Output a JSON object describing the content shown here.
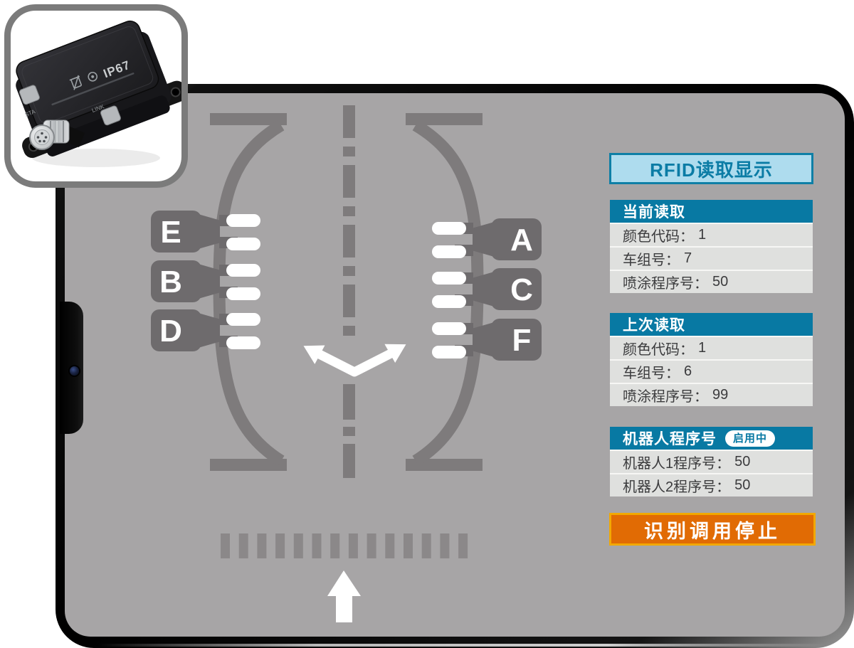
{
  "rfid": {
    "title": "RFID读取显示",
    "panels": [
      {
        "header": "当前读取",
        "rows": [
          {
            "label": "颜色代码：",
            "value": "1"
          },
          {
            "label": "车组号：",
            "value": "7"
          },
          {
            "label": "喷涂程序号：",
            "value": "50"
          }
        ]
      },
      {
        "header": "上次读取",
        "rows": [
          {
            "label": "颜色代码：",
            "value": "1"
          },
          {
            "label": "车组号：",
            "value": "6"
          },
          {
            "label": "喷涂程序号：",
            "value": "99"
          }
        ]
      },
      {
        "header": "机器人程序号",
        "badge": "启用中",
        "rows": [
          {
            "label": "机器人1程序号：",
            "value": "50"
          },
          {
            "label": "机器人2程序号：",
            "value": "50"
          }
        ]
      }
    ],
    "stop_button": "识别调用停止"
  },
  "diagram": {
    "stations_left": [
      "E",
      "B",
      "D"
    ],
    "stations_right": [
      "A",
      "C",
      "F"
    ]
  },
  "device": {
    "ip_rating": "IP67",
    "led_labels": [
      "STA",
      "LINK"
    ]
  },
  "colors": {
    "accent_teal": "#0879a3",
    "title_bg": "#aedcee",
    "title_border": "#0e7fa6",
    "row_bg": "#dfe0de",
    "stop_orange": "#e16b04",
    "stop_border": "#f2a800",
    "screen_bg": "#a7a5a6",
    "track_gray": "#7e7b7c",
    "station_gray": "#6e6b6d",
    "crosswalk_gray": "#8b8889"
  }
}
